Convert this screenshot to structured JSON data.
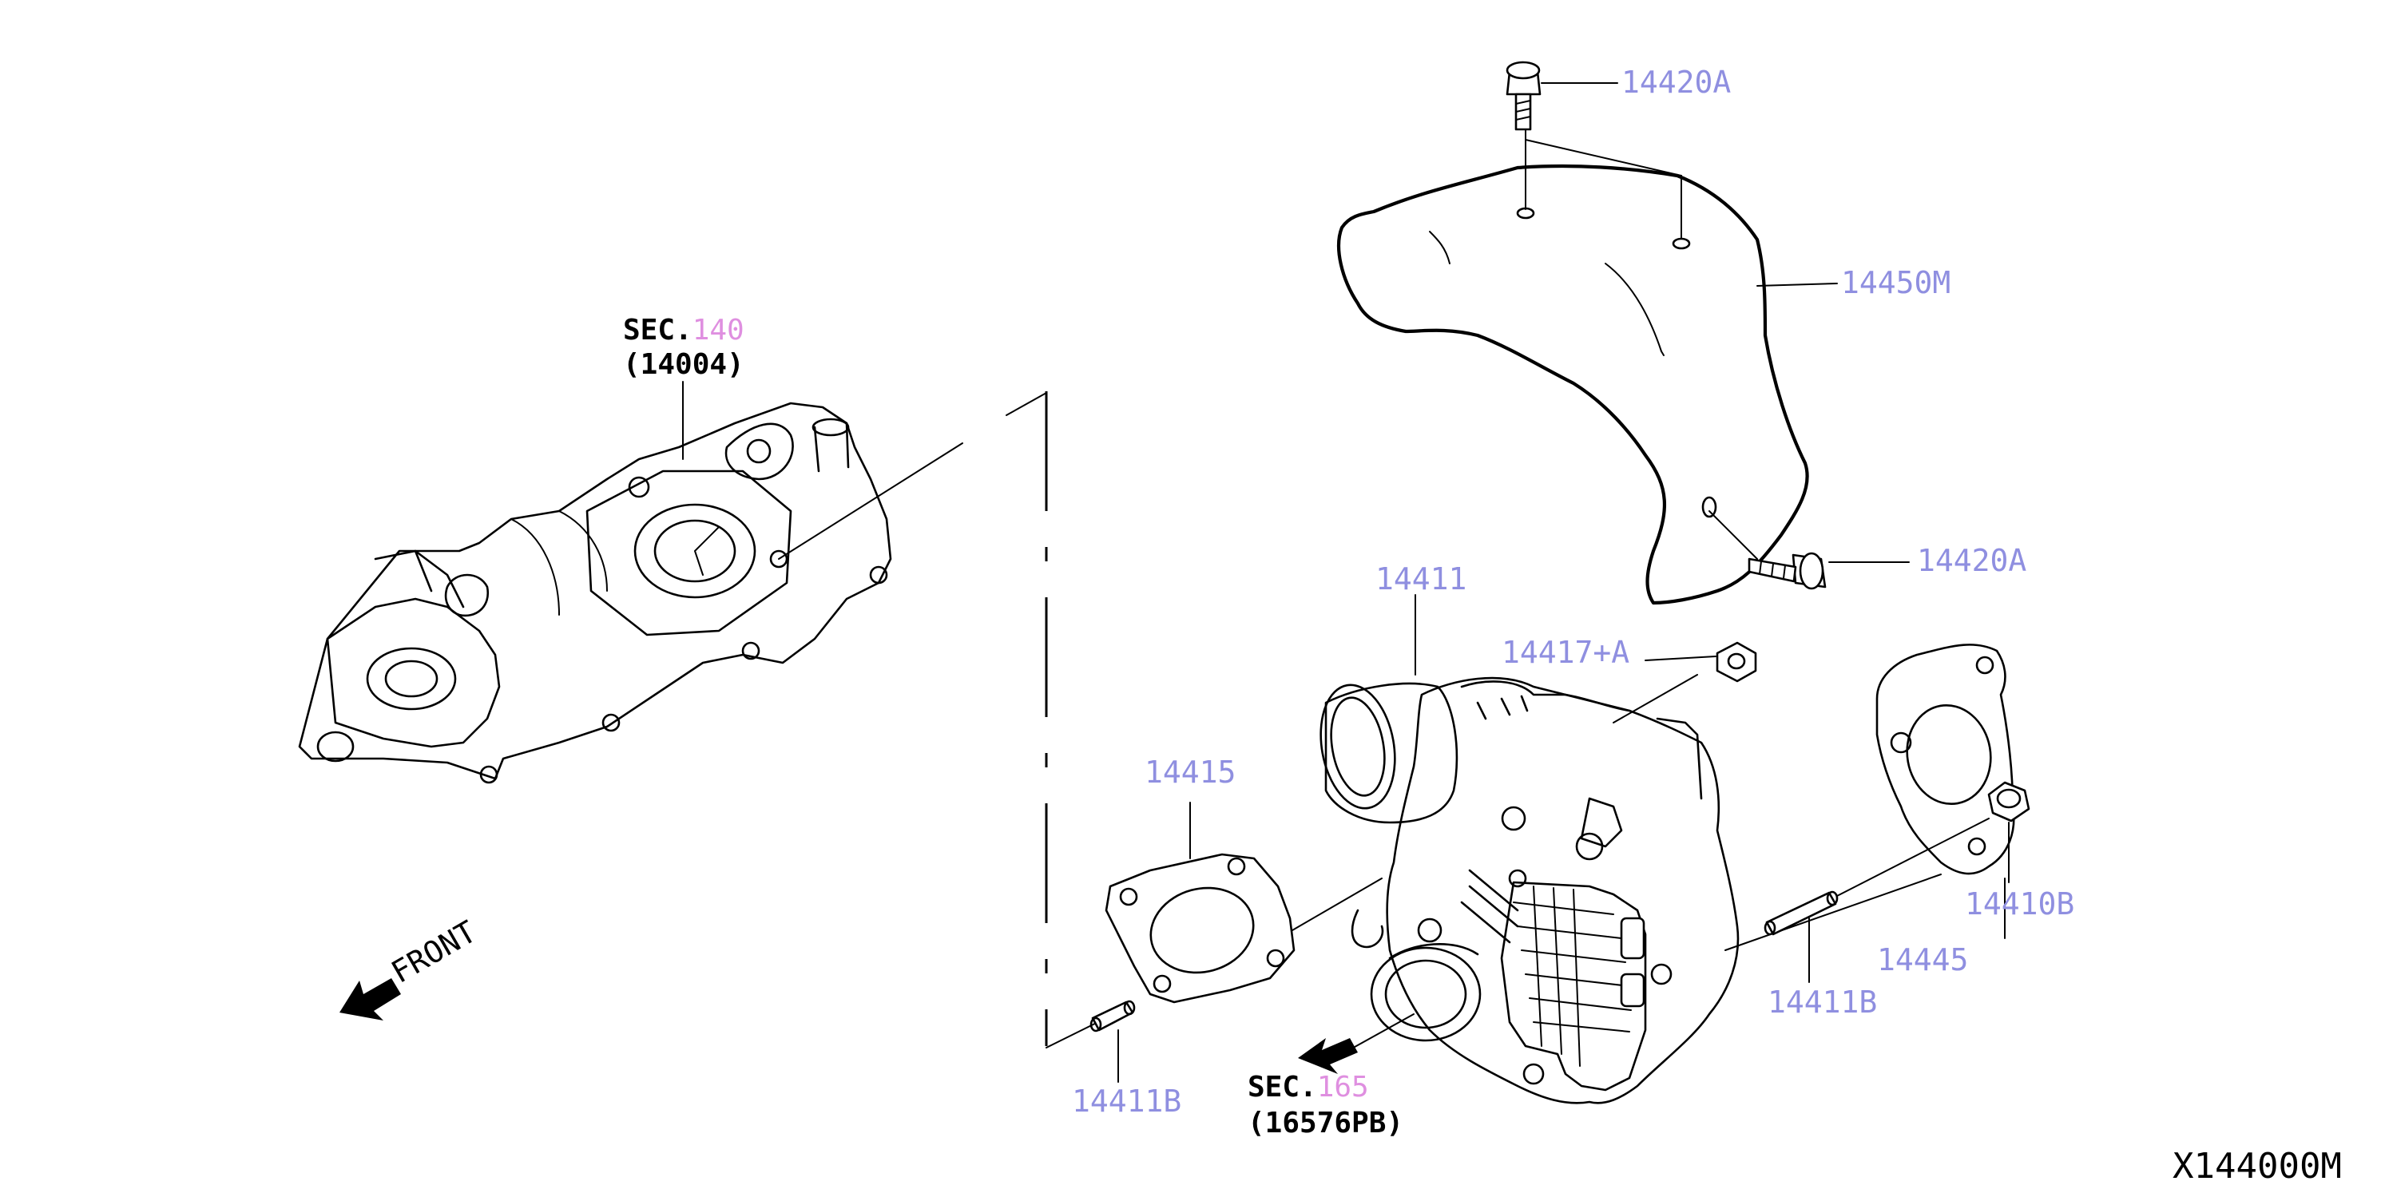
{
  "diagram_code": "X144000M",
  "front_label": "FRONT",
  "section_refs": [
    {
      "prefix": "SEC.",
      "number": "140",
      "part": "(14004)"
    },
    {
      "prefix": "SEC.",
      "number": "165",
      "part": "(16576PB)"
    }
  ],
  "callouts": {
    "bolt_top": "14420A",
    "heat_insulator": "14450M",
    "bolt_right": "14420A",
    "turbocharger": "14411",
    "nut_stud": "14417+A",
    "gasket_left": "14415",
    "stud_left": "14411B",
    "gasket_right": "14445",
    "stud_right": "14411B",
    "nut_right": "14410B"
  },
  "colors": {
    "callout": "#8f8fe0",
    "section_number": "#df8fe0",
    "line": "#000000"
  }
}
